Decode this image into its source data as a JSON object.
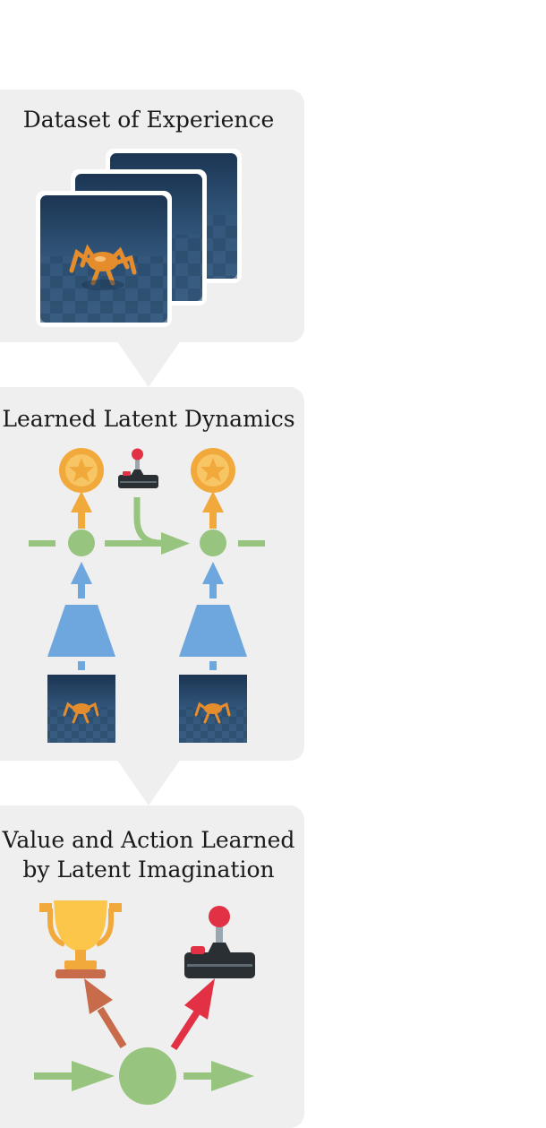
{
  "panels": {
    "dataset": {
      "title": "Dataset of Experience"
    },
    "dynamics": {
      "title": "Learned Latent Dynamics"
    },
    "imagination": {
      "title_line1": "Value and Action Learned",
      "title_line2": "by Latent Imagination"
    }
  },
  "colors": {
    "panel_bg": "#efefef",
    "reward": "#f2a93b",
    "latent_state": "#97c47e",
    "encoder": "#6ea6de",
    "action": "#e23145",
    "value": "#c76b4a",
    "frame": "#2b4d72"
  },
  "icons": {
    "frames": "simulation-frame-icon",
    "reward": "star-coin-icon",
    "action": "joystick-icon",
    "value": "trophy-icon"
  }
}
